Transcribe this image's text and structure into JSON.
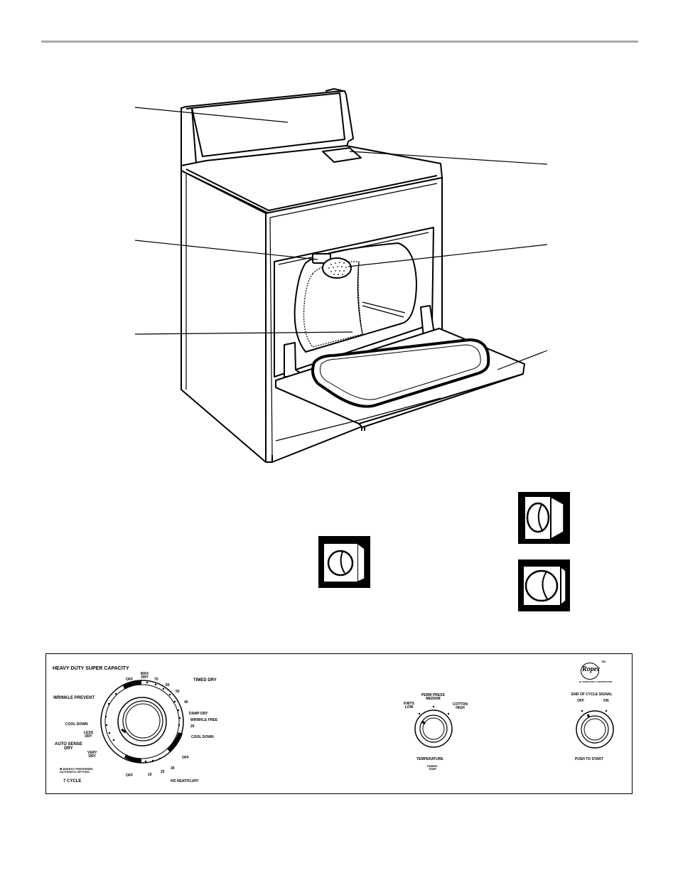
{
  "panel": {
    "capacity_label": "HEAVY DUTY  SUPER CAPACITY",
    "wrinkle_prevent": "WRINKLE PREVENT",
    "timed_dry": "TIMED DRY",
    "cool_down_left": "COOL DOWN",
    "less_dry": "LESS\nDRY",
    "auto_sense_dry": "AUTO SENSE\nDRY",
    "very_dry": "VERY\nDRY",
    "energy_note": "ENERGY PREFERRED\nAUTOMATIC SETTING",
    "cycle_count": "7 CYCLE",
    "off_top": "OFF",
    "max_dry": "MAX\nDRY",
    "t70": "70",
    "t60": "60",
    "t50": "50",
    "t40": "40",
    "damp_dry": "DAMP DRY",
    "wrinkle_free": "WRINKLE FREE",
    "t20_right": "20",
    "cool_down_right": "COOL DOWN",
    "off_right": "OFF",
    "t30": "30",
    "t20_bottom": "20",
    "t10": "10",
    "off_bottom": "OFF",
    "no_heat": "NO HEAT/FLUFF",
    "temp_perm_press": "PERM PRESS\nMEDIUM",
    "temp_knits": "KNITS\nLOW",
    "temp_cotton": "COTTON\nHIGH",
    "temperature": "TEMPERATURE",
    "fabric_temp": "FABRIC\nTEMP",
    "brand": "Roper",
    "brand_tm": "TM",
    "brand_sub": "BY WHIRLPOOL CORPORATION",
    "signal_title": "END OF CYCLE SIGNAL",
    "signal_off": "OFF",
    "signal_on": "ON",
    "push_to_start": "PUSH TO START"
  }
}
